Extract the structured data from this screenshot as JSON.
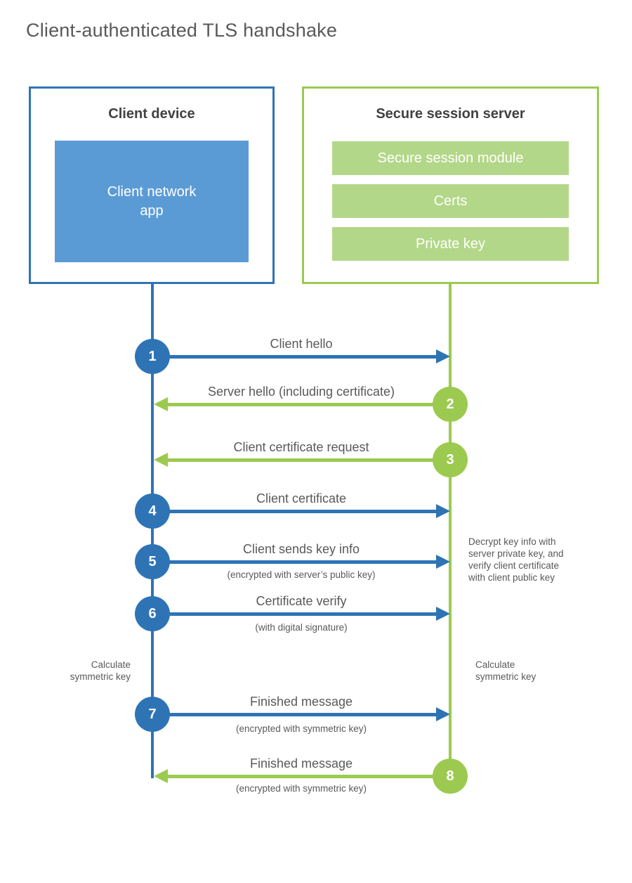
{
  "title": "Client-authenticated TLS handshake",
  "colors": {
    "blue_accent": "#2e74b5",
    "blue_fill": "#5b9bd5",
    "green_accent": "#9cca50",
    "green_fill": "#b3d788",
    "heading_text": "#414042",
    "body_text": "#58595b"
  },
  "client_box": {
    "title": "Client device",
    "app": {
      "line1": "Client network",
      "line2": "app"
    }
  },
  "server_box": {
    "title": "Secure session server",
    "modules": {
      "0": "Secure session module",
      "1": "Certs",
      "2": "Private key"
    }
  },
  "messages": {
    "0": {
      "num": "1",
      "label": "Client hello",
      "sub": "",
      "direction": "right",
      "from": "client"
    },
    "1": {
      "num": "2",
      "label": "Server hello (including certificate)",
      "sub": "",
      "direction": "left",
      "from": "server"
    },
    "2": {
      "num": "3",
      "label": "Client certificate request",
      "sub": "",
      "direction": "left",
      "from": "server"
    },
    "3": {
      "num": "4",
      "label": "Client certificate",
      "sub": "",
      "direction": "right",
      "from": "client"
    },
    "4": {
      "num": "5",
      "label": "Client sends key info",
      "sub": "(encrypted with server’s public key)",
      "direction": "right",
      "from": "client"
    },
    "5": {
      "num": "6",
      "label": "Certificate verify",
      "sub": "(with digital signature)",
      "direction": "right",
      "from": "client"
    },
    "6": {
      "num": "7",
      "label": "Finished message",
      "sub": "(encrypted with symmetric key)",
      "direction": "right",
      "from": "client"
    },
    "7": {
      "num": "8",
      "label": "Finished message",
      "sub": "(encrypted with symmetric key)",
      "direction": "left",
      "from": "server"
    }
  },
  "notes": {
    "decrypt": {
      "line1": "Decrypt key info with",
      "line2": "server private key, and",
      "line3": "verify client certificate",
      "line4": "with client public key"
    },
    "calc_left": {
      "line1": "Calculate",
      "line2": "symmetric key"
    },
    "calc_right": {
      "line1": "Calculate",
      "line2": "symmetric key"
    }
  }
}
